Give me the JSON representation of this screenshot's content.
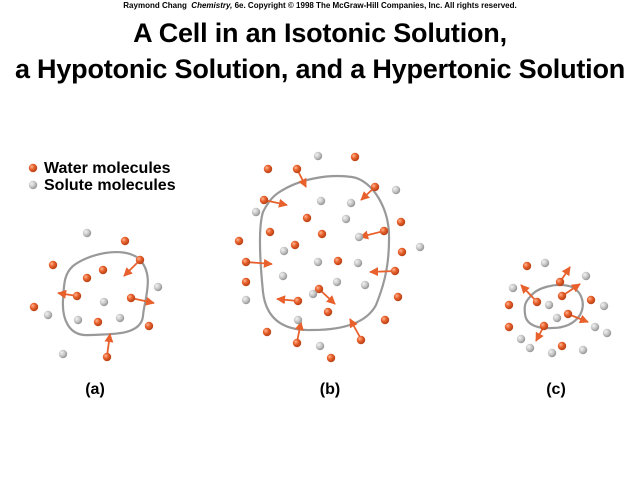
{
  "credit": {
    "author": "Raymond Chang",
    "book": "Chemistry,",
    "rest": " 6e.  Copyright © 1998 The McGraw-Hill Companies, Inc. All rights reserved."
  },
  "title_line1": "A Cell in an Isotonic Solution,",
  "title_line2": "a Hypotonic Solution, and a Hypertonic Solution",
  "legend": {
    "water": "Water molecules",
    "solute": "Solute molecules"
  },
  "panels": [
    {
      "label": "(a)"
    },
    {
      "label": "(b)"
    },
    {
      "label": "(c)"
    }
  ],
  "colors": {
    "water": "#e8602c",
    "solute": "#c4c4c4",
    "membrane": "#999999",
    "arrow": "#e8602c"
  }
}
